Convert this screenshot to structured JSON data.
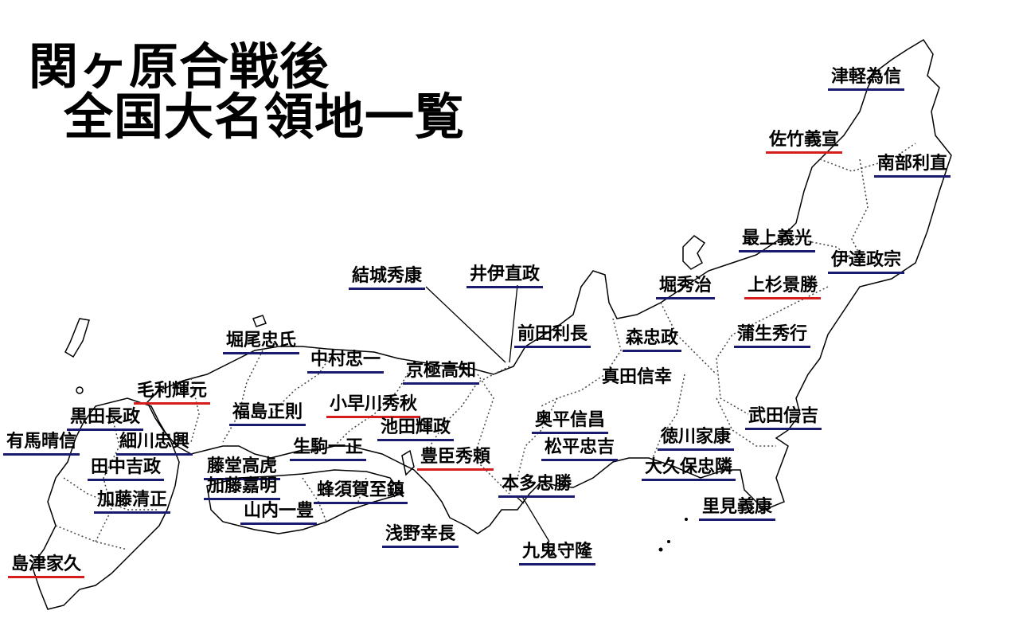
{
  "title": {
    "line1": "関ヶ原合戦後",
    "line2": "全国大名領地一覧"
  },
  "colors": {
    "eastern_underline": "#1a1a6e",
    "western_underline": "#d61d1d",
    "coast": "#000000",
    "border": "#444444"
  },
  "daimyo": [
    {
      "name": "津軽為信",
      "side": "east"
    },
    {
      "name": "佐竹義宣",
      "side": "west"
    },
    {
      "name": "南部利直",
      "side": "east"
    },
    {
      "name": "最上義光",
      "side": "east"
    },
    {
      "name": "伊達政宗",
      "side": "east"
    },
    {
      "name": "堀秀治",
      "side": "east"
    },
    {
      "name": "上杉景勝",
      "side": "west"
    },
    {
      "name": "結城秀康",
      "side": "east"
    },
    {
      "name": "井伊直政",
      "side": "east"
    },
    {
      "name": "前田利長",
      "side": "east"
    },
    {
      "name": "森忠政",
      "side": "east"
    },
    {
      "name": "蒲生秀行",
      "side": "east"
    },
    {
      "name": "堀尾忠氏",
      "side": "east"
    },
    {
      "name": "中村忠一",
      "side": "east"
    },
    {
      "name": "京極高知",
      "side": "east"
    },
    {
      "name": "真田信幸",
      "side": "none"
    },
    {
      "name": "毛利輝元",
      "side": "west"
    },
    {
      "name": "福島正則",
      "side": "east"
    },
    {
      "name": "小早川秀秋",
      "side": "west"
    },
    {
      "name": "奥平信昌",
      "side": "east"
    },
    {
      "name": "武田信吉",
      "side": "east"
    },
    {
      "name": "黒田長政",
      "side": "east"
    },
    {
      "name": "池田輝政",
      "side": "east"
    },
    {
      "name": "有馬晴信",
      "side": "east"
    },
    {
      "name": "細川忠興",
      "side": "east"
    },
    {
      "name": "生駒一正",
      "side": "east"
    },
    {
      "name": "松平忠吉",
      "side": "east"
    },
    {
      "name": "徳川家康",
      "side": "east"
    },
    {
      "name": "豊臣秀頼",
      "side": "west"
    },
    {
      "name": "田中吉政",
      "side": "east"
    },
    {
      "name": "藤堂高虎",
      "side": "east"
    },
    {
      "name": "大久保忠隣",
      "side": "east"
    },
    {
      "name": "加藤嘉明",
      "side": "east"
    },
    {
      "name": "本多忠勝",
      "side": "east"
    },
    {
      "name": "加藤清正",
      "side": "east"
    },
    {
      "name": "蜂須賀至鎮",
      "side": "east"
    },
    {
      "name": "山内一豊",
      "side": "east"
    },
    {
      "name": "里見義康",
      "side": "east"
    },
    {
      "name": "浅野幸長",
      "side": "east"
    },
    {
      "name": "九鬼守隆",
      "side": "east"
    },
    {
      "name": "島津家久",
      "side": "west"
    }
  ]
}
